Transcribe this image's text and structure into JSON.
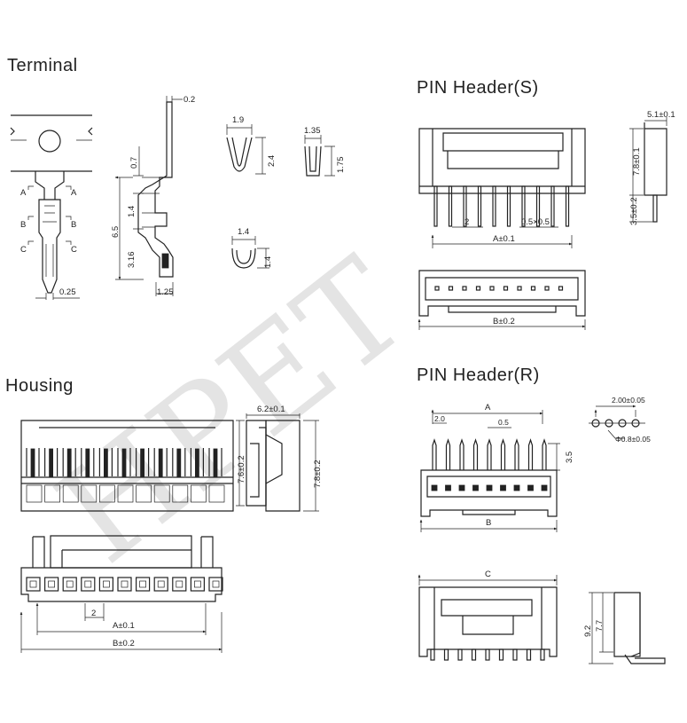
{
  "sections": {
    "terminal": "Terminal",
    "pin_header_s": "PIN  Header(S)",
    "housing": "Housing",
    "pin_header_r": "PIN  Header(R)"
  },
  "watermark": "HPET",
  "terminal_dims": {
    "t02": "0.2",
    "t07": "0.7",
    "t14": "1.4",
    "t65": "6.5",
    "t316": "3.16",
    "t125": "1.25",
    "t025": "0.25",
    "t19": "1.9",
    "t24": "2.4",
    "t135": "1.35",
    "t175": "1.75",
    "t14b": "1.4",
    "t14c": "1.4",
    "sec_a1": "A",
    "sec_a2": "A",
    "sec_b1": "B",
    "sec_b2": "B",
    "sec_c1": "C",
    "sec_c2": "C"
  },
  "pin_s_dims": {
    "w51": "5.1±0.1",
    "h78": "7.8±0.1",
    "h35": "3.5±0.2",
    "pitch": "2",
    "pin": "0.5×0.5",
    "a": "A±0.1",
    "b": "B±0.2"
  },
  "housing_dims": {
    "w62": "6.2±0.1",
    "h76": "7.6±0.2",
    "h78": "7.8±0.2",
    "pitch": "2",
    "a": "A±0.1",
    "b": "B±0.2"
  },
  "pin_r_dims": {
    "a": "A",
    "p20": "2.0",
    "p05": "0.5",
    "h35": "3.5",
    "b": "B",
    "pitch": "2.00±0.05",
    "hole": "Φ0.8±0.05",
    "c": "C",
    "h92": "9.2",
    "h77": "7.7"
  }
}
